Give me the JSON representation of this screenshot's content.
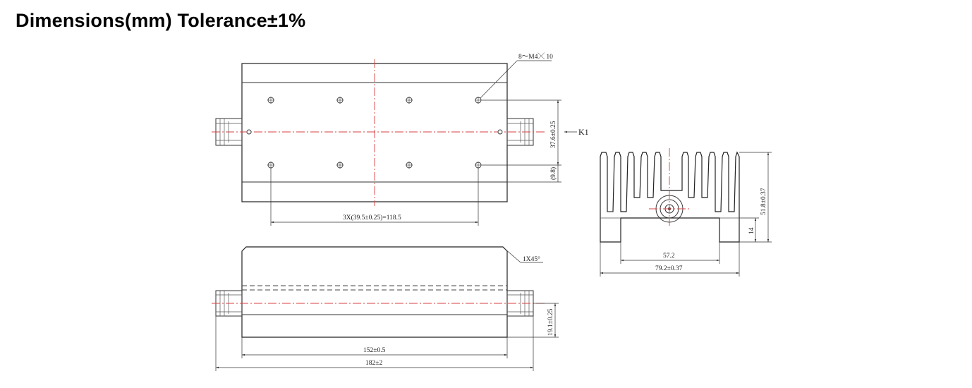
{
  "title": "Dimensions(mm) Tolerance±1%",
  "colors": {
    "centerline": "#d94040",
    "outline": "#333333",
    "text": "#222222"
  },
  "top_view": {
    "hole_callout": "8～M4╳ 10",
    "hole_spacing": "3X(39.5±0.25)=118.5",
    "row_spacing": "37.6±0.25",
    "edge_offset": "(9.8)",
    "view_label": "K1"
  },
  "side_view": {
    "chamfer": "1X45°",
    "body_length": "152±0.5",
    "total_length": "182±2",
    "height": "19.1±0.25"
  },
  "end_view": {
    "total_height": "51.8±0.37",
    "base_height": "14",
    "inner_width": "57.2",
    "outer_width": "79.2±0.37"
  }
}
